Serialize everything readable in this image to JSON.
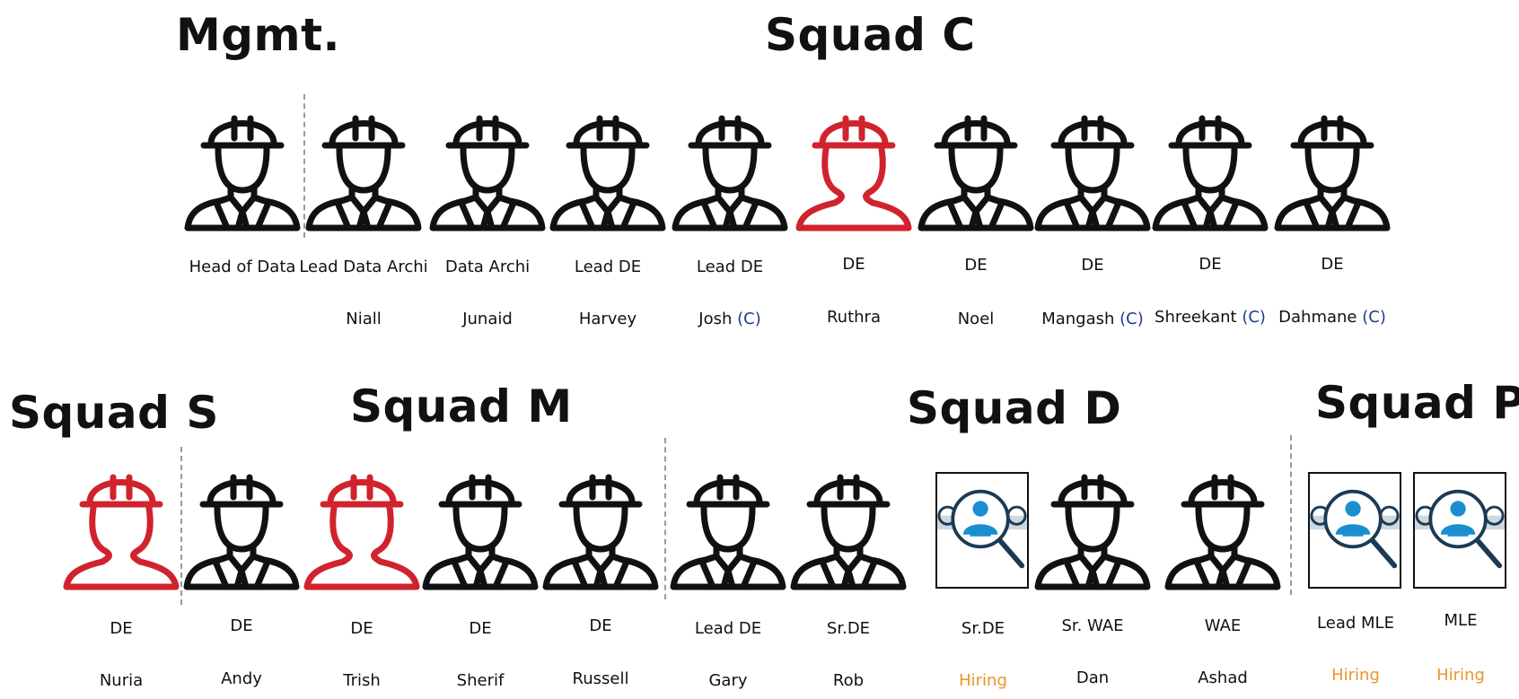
{
  "titles": {
    "mgmt": "Mgmt.",
    "squad_c": "Squad C",
    "squad_s": "Squad S",
    "squad_m": "Squad M",
    "squad_d": "Squad D",
    "squad_p": "Squad P"
  },
  "colors": {
    "worker": "#111111",
    "female": "#d0232e",
    "hiring_text": "#e8962a",
    "contractor_flag": "#1f3c88",
    "hiring_icon": "#1a8fd0"
  },
  "icons": {
    "worker": "male-worker-hardhat-icon",
    "female": "female-worker-hardhat-icon",
    "hiring": "hiring-search-person-icon"
  },
  "row1": [
    {
      "role": "Head of Data",
      "name": "",
      "flag": "",
      "icon": "worker"
    },
    {
      "role": "Lead Data Archi",
      "name": "Niall",
      "flag": "",
      "icon": "worker"
    },
    {
      "role": "Data Archi",
      "name": "Junaid",
      "flag": "",
      "icon": "worker"
    },
    {
      "role": "Lead DE",
      "name": "Harvey",
      "flag": "",
      "icon": "worker"
    },
    {
      "role": "Lead DE",
      "name": "Josh",
      "flag": "(C)",
      "icon": "worker"
    },
    {
      "role": "DE",
      "name": "Ruthra",
      "flag": "",
      "icon": "female"
    },
    {
      "role": "DE",
      "name": "Noel",
      "flag": "",
      "icon": "worker"
    },
    {
      "role": "DE",
      "name": "Mangash",
      "flag": "(C)",
      "icon": "worker"
    },
    {
      "role": "DE",
      "name": "Shreekant",
      "flag": "(C)",
      "icon": "worker"
    },
    {
      "role": "DE",
      "name": "Dahmane",
      "flag": "(C)",
      "icon": "worker"
    }
  ],
  "row2": [
    {
      "role": "DE",
      "name": "Nuria",
      "flag": "",
      "icon": "female"
    },
    {
      "role": "DE",
      "name": "Andy",
      "flag": "",
      "icon": "worker"
    },
    {
      "role": "DE",
      "name": "Trish",
      "flag": "",
      "icon": "female"
    },
    {
      "role": "DE",
      "name": "Sherif",
      "flag": "",
      "icon": "worker"
    },
    {
      "role": "DE",
      "name": "Russell",
      "flag": "",
      "icon": "worker"
    },
    {
      "role": "Lead DE",
      "name": "Gary",
      "flag": "",
      "icon": "worker"
    },
    {
      "role": "Sr.DE",
      "name": "Rob",
      "flag": "",
      "icon": "worker"
    },
    {
      "role": "Sr.DE",
      "name": "Hiring",
      "flag": "",
      "icon": "hiring"
    },
    {
      "role": "Sr. WAE",
      "name": "Dan",
      "flag": "",
      "icon": "worker"
    },
    {
      "role": "WAE",
      "name": "Ashad",
      "flag": "",
      "icon": "worker"
    },
    {
      "role": "Lead MLE",
      "name": "Hiring",
      "flag": "",
      "icon": "hiring"
    },
    {
      "role": "MLE",
      "name": "Hiring",
      "flag": "",
      "icon": "hiring"
    }
  ]
}
